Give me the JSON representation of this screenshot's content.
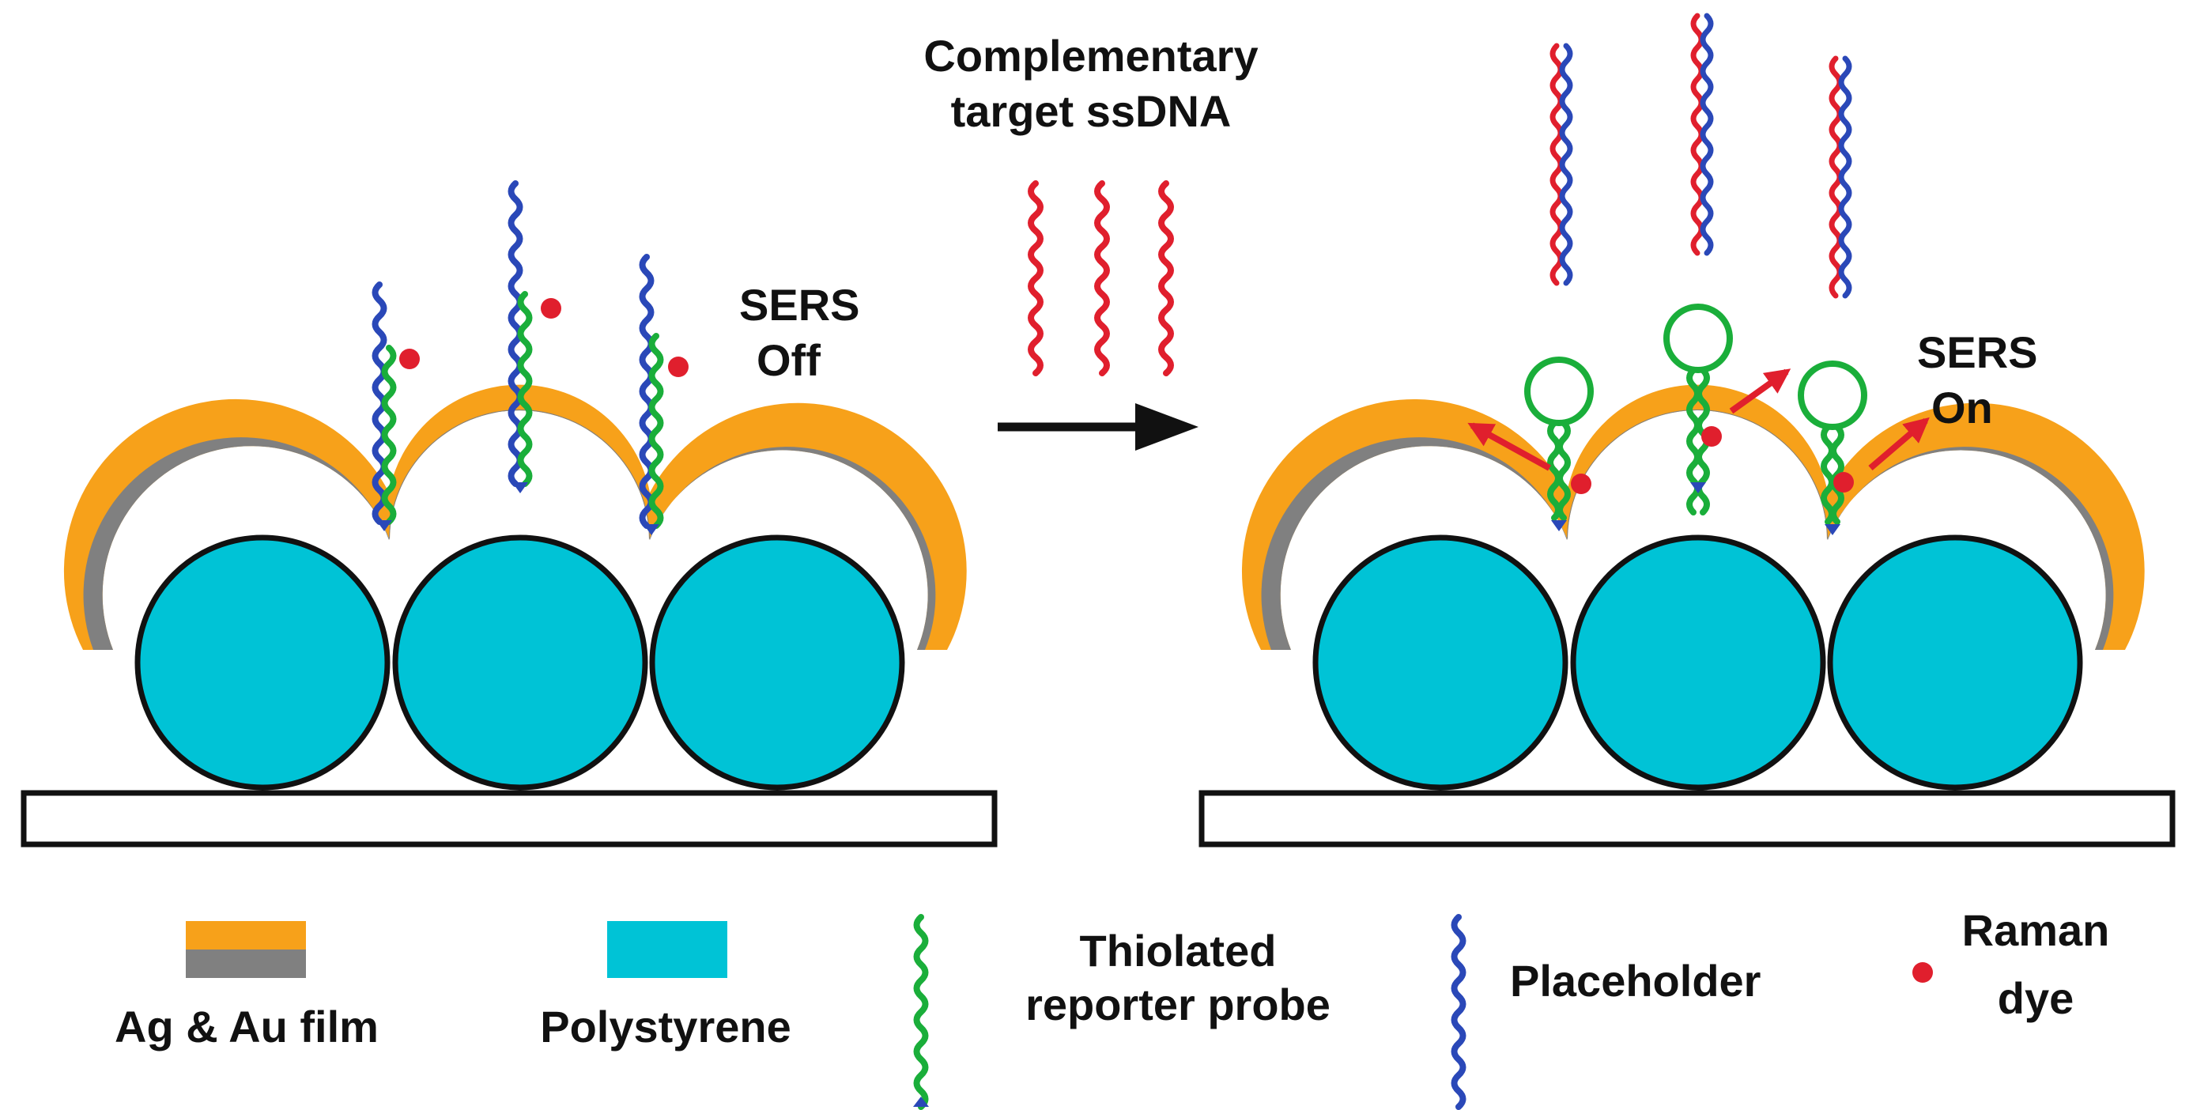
{
  "labels": {
    "sers_off_1": "SERS",
    "sers_off_2": "Off",
    "sers_on_1": "SERS",
    "sers_on_2": "On",
    "target_1": "Complementary",
    "target_2": "target ssDNA"
  },
  "legend": {
    "film": "Ag & Au film",
    "polystyrene": "Polystyrene",
    "reporter_1": "Thiolated",
    "reporter_2": "reporter probe",
    "placeholder": "Placeholder",
    "dye_1": "Raman",
    "dye_2": "dye"
  },
  "colors": {
    "gold_layer": "#f7a11a",
    "silver_layer": "#808080",
    "polystyrene": "#00c3d6",
    "reporter_strand": "#1aae3a",
    "placeholder_strand": "#2a48b8",
    "target_strand": "#e01f2d",
    "raman_dye": "#e01f2d",
    "emission_arrow": "#e01f2d",
    "process_arrow": "#111111"
  }
}
